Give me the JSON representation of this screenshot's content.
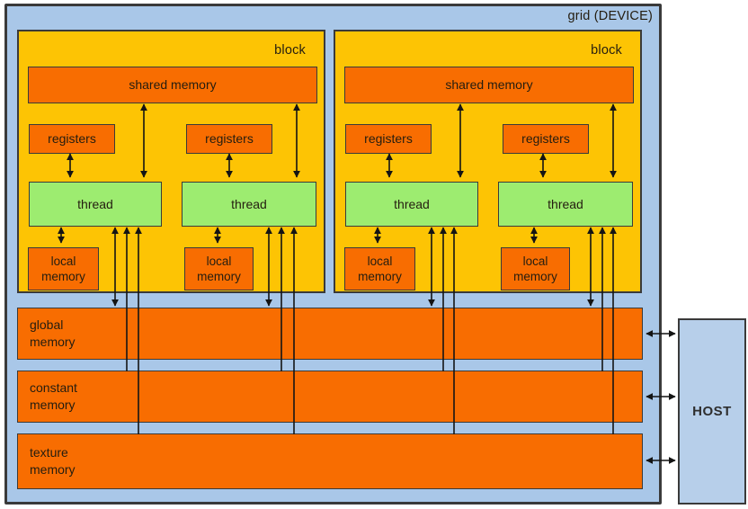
{
  "grid": {
    "label": "grid (DEVICE)"
  },
  "host": {
    "label": "HOST"
  },
  "blocks": [
    {
      "label": "block",
      "shared_memory": "shared memory",
      "registers": [
        "registers",
        "registers"
      ],
      "threads": [
        "thread",
        "thread"
      ],
      "local_memory": [
        "local memory",
        "local memory"
      ]
    },
    {
      "label": "block",
      "shared_memory": "shared memory",
      "registers": [
        "registers",
        "registers"
      ],
      "threads": [
        "thread",
        "thread"
      ],
      "local_memory": [
        "local memory",
        "local memory"
      ]
    }
  ],
  "device_memories": [
    {
      "label": "global memory"
    },
    {
      "label": "constant memory"
    },
    {
      "label": "texture memory"
    }
  ],
  "colors": {
    "device_bg": "#a9c7e8",
    "block_bg": "#fdc404",
    "memory_orange": "#f86d01",
    "thread_green": "#9dec70",
    "host_bg": "#b7cfea",
    "outline": "#3a3a3a",
    "arrow": "#141414"
  }
}
